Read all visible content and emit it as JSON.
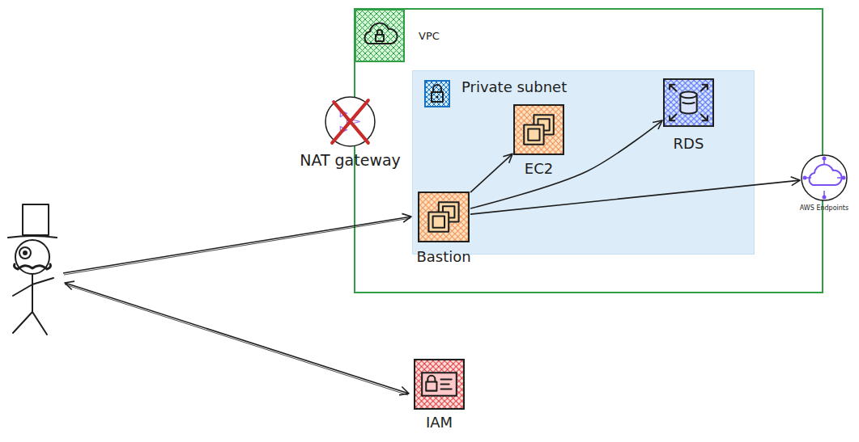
{
  "diagram": {
    "nodes": [
      {
        "text": [
          "VPC"
        ]
      },
      {
        "text": [
          "Private subnet"
        ],
        "in": 0
      },
      {
        "text": [
          "EC2"
        ],
        "in": 1
      },
      {
        "text": [
          "RDS"
        ],
        "in": 1
      },
      {
        "text": [
          "Bastion"
        ],
        "in": 1
      },
      {
        "text": [
          "NAT gateway"
        ]
      },
      {
        "text": [
          "AWS Endpoints"
        ]
      },
      {
        "text": [
          "IAM"
        ]
      }
    ],
    "edges": [
      {
        "from": 4,
        "to": 2,
        "arrow": "to"
      },
      {
        "from": 4,
        "to": 3,
        "arrow": "to"
      },
      {
        "from": 4,
        "to": 6,
        "arrow": "to"
      }
    ]
  }
}
